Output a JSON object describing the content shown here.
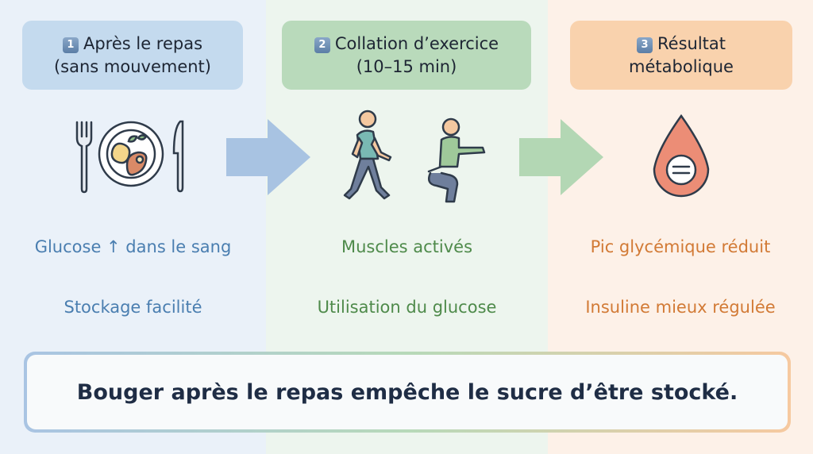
{
  "steps": [
    {
      "number": "1",
      "title_line1": "Après le repas",
      "title_line2": "(sans mouvement)",
      "icon": "plate-with-cutlery-icon",
      "points": [
        "Glucose ↑ dans le sang",
        "Stockage facilité"
      ]
    },
    {
      "number": "2",
      "title_line1": "Collation d’exercice",
      "title_line2": "(10–15 min)",
      "icon": "walking-and-squat-icon",
      "points": [
        "Muscles activés",
        "Utilisation du glucose"
      ]
    },
    {
      "number": "3",
      "title_line1": "Résultat",
      "title_line2": "métabolique",
      "icon": "blood-drop-equal-icon",
      "points": [
        "Pic glycémique réduit",
        "Insuline mieux régulée"
      ]
    }
  ],
  "conclusion": "Bouger après le repas empêche le sucre d’être stocké.",
  "colors": {
    "blue": "#4a7eb0",
    "green": "#4e8a4a",
    "orange": "#d27a35"
  }
}
